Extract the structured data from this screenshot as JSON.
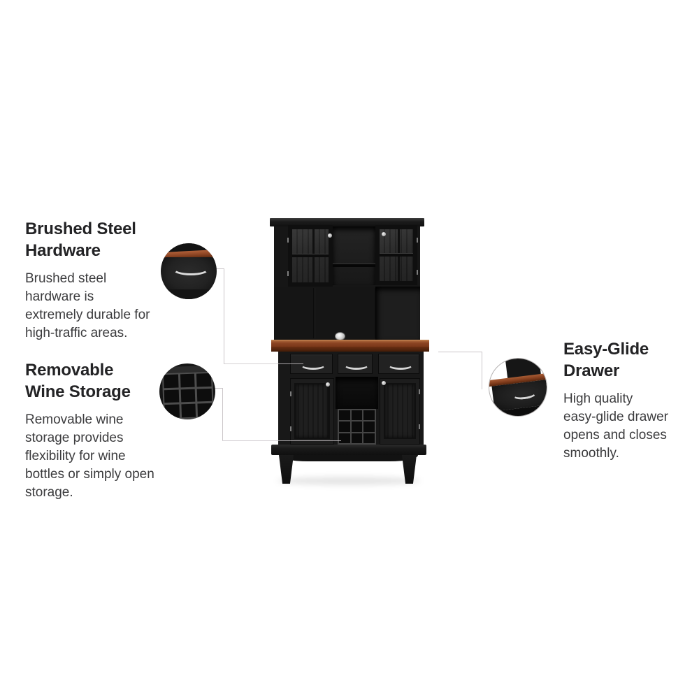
{
  "page": {
    "background": "#ffffff"
  },
  "features": [
    {
      "id": "brushed-steel-hardware",
      "title": [
        "Brushed Steel",
        "Hardware"
      ],
      "description": [
        "Brushed steel",
        "hardware is",
        "extremely durable for",
        "high-traffic areas."
      ],
      "callout": "drawer-handle-closeup"
    },
    {
      "id": "removable-wine-storage",
      "title": [
        "Removable",
        "Wine Storage"
      ],
      "description": [
        "Removable wine",
        "storage provides",
        "flexibility for wine",
        "bottles or simply open",
        "storage."
      ],
      "callout": "wine-rack-closeup"
    },
    {
      "id": "easy-glide-drawer",
      "title": [
        "Easy-Glide",
        "Drawer"
      ],
      "description": [
        "High quality",
        "easy-glide drawer",
        "opens and closes",
        "smoothly."
      ],
      "callout": "drawer-closeup"
    }
  ],
  "colors": {
    "heading_text": "#232325",
    "body_text": "#3b3b3d",
    "connector_line": "#cbc6c9",
    "cabinet_black": "#1a1a1a",
    "cherry_top": "#8a4322",
    "metal_silver": "#d5d5d5",
    "callout_ring": "#b5b2b2"
  }
}
